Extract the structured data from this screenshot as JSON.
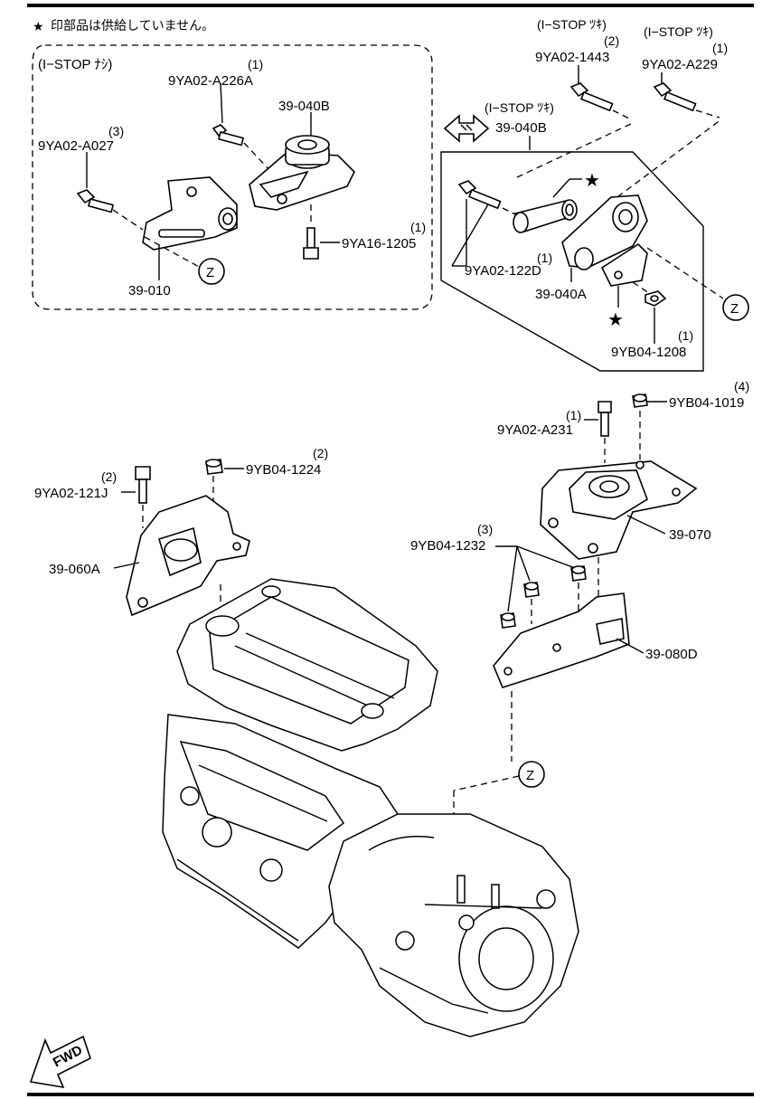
{
  "notes": {
    "not_supplied": "印部品は供給していません。",
    "star_symbol": "★",
    "fwd_label": "FWD",
    "zone_z": "Z"
  },
  "variants": {
    "without_istop": "(I−STOP ﾅｼ)",
    "with_istop_1": "(I−STOP ﾂｷ)",
    "with_istop_2": "(I−STOP ﾂｷ)",
    "with_istop_3": "(I−STOP ﾂｷ)"
  },
  "callouts": {
    "p_9ya02_1443": {
      "part": "9YA02-1443",
      "qty": "(2)"
    },
    "p_9ya02_a229": {
      "part": "9YA02-A229",
      "qty": "(1)"
    },
    "p_9ya02_a226a": {
      "part": "9YA02-A226A",
      "qty": "(1)"
    },
    "p_39_040b_left": {
      "part": "39-040B"
    },
    "p_9ya02_a027": {
      "part": "9YA02-A027",
      "qty": "(3)"
    },
    "p_9ya16_1205": {
      "part": "9YA16-1205",
      "qty": "(1)"
    },
    "p_39_010": {
      "part": "39-010"
    },
    "p_39_040b_right": {
      "part": "39-040B"
    },
    "p_9ya02_122d": {
      "part": "9YA02-122D",
      "qty": "(1)"
    },
    "p_39_040a": {
      "part": "39-040A"
    },
    "p_9yb04_1208": {
      "part": "9YB04-1208",
      "qty": "(1)"
    },
    "p_9yb04_1019": {
      "part": "9YB04-1019",
      "qty": "(4)"
    },
    "p_9ya02_a231": {
      "part": "9YA02-A231",
      "qty": "(1)"
    },
    "p_9yb04_1224": {
      "part": "9YB04-1224",
      "qty": "(2)"
    },
    "p_9ya02_121j": {
      "part": "9YA02-121J",
      "qty": "(2)"
    },
    "p_39_070": {
      "part": "39-070"
    },
    "p_9yb04_1232": {
      "part": "9YB04-1232",
      "qty": "(3)"
    },
    "p_39_060a": {
      "part": "39-060A"
    },
    "p_39_080d": {
      "part": "39-080D"
    }
  }
}
